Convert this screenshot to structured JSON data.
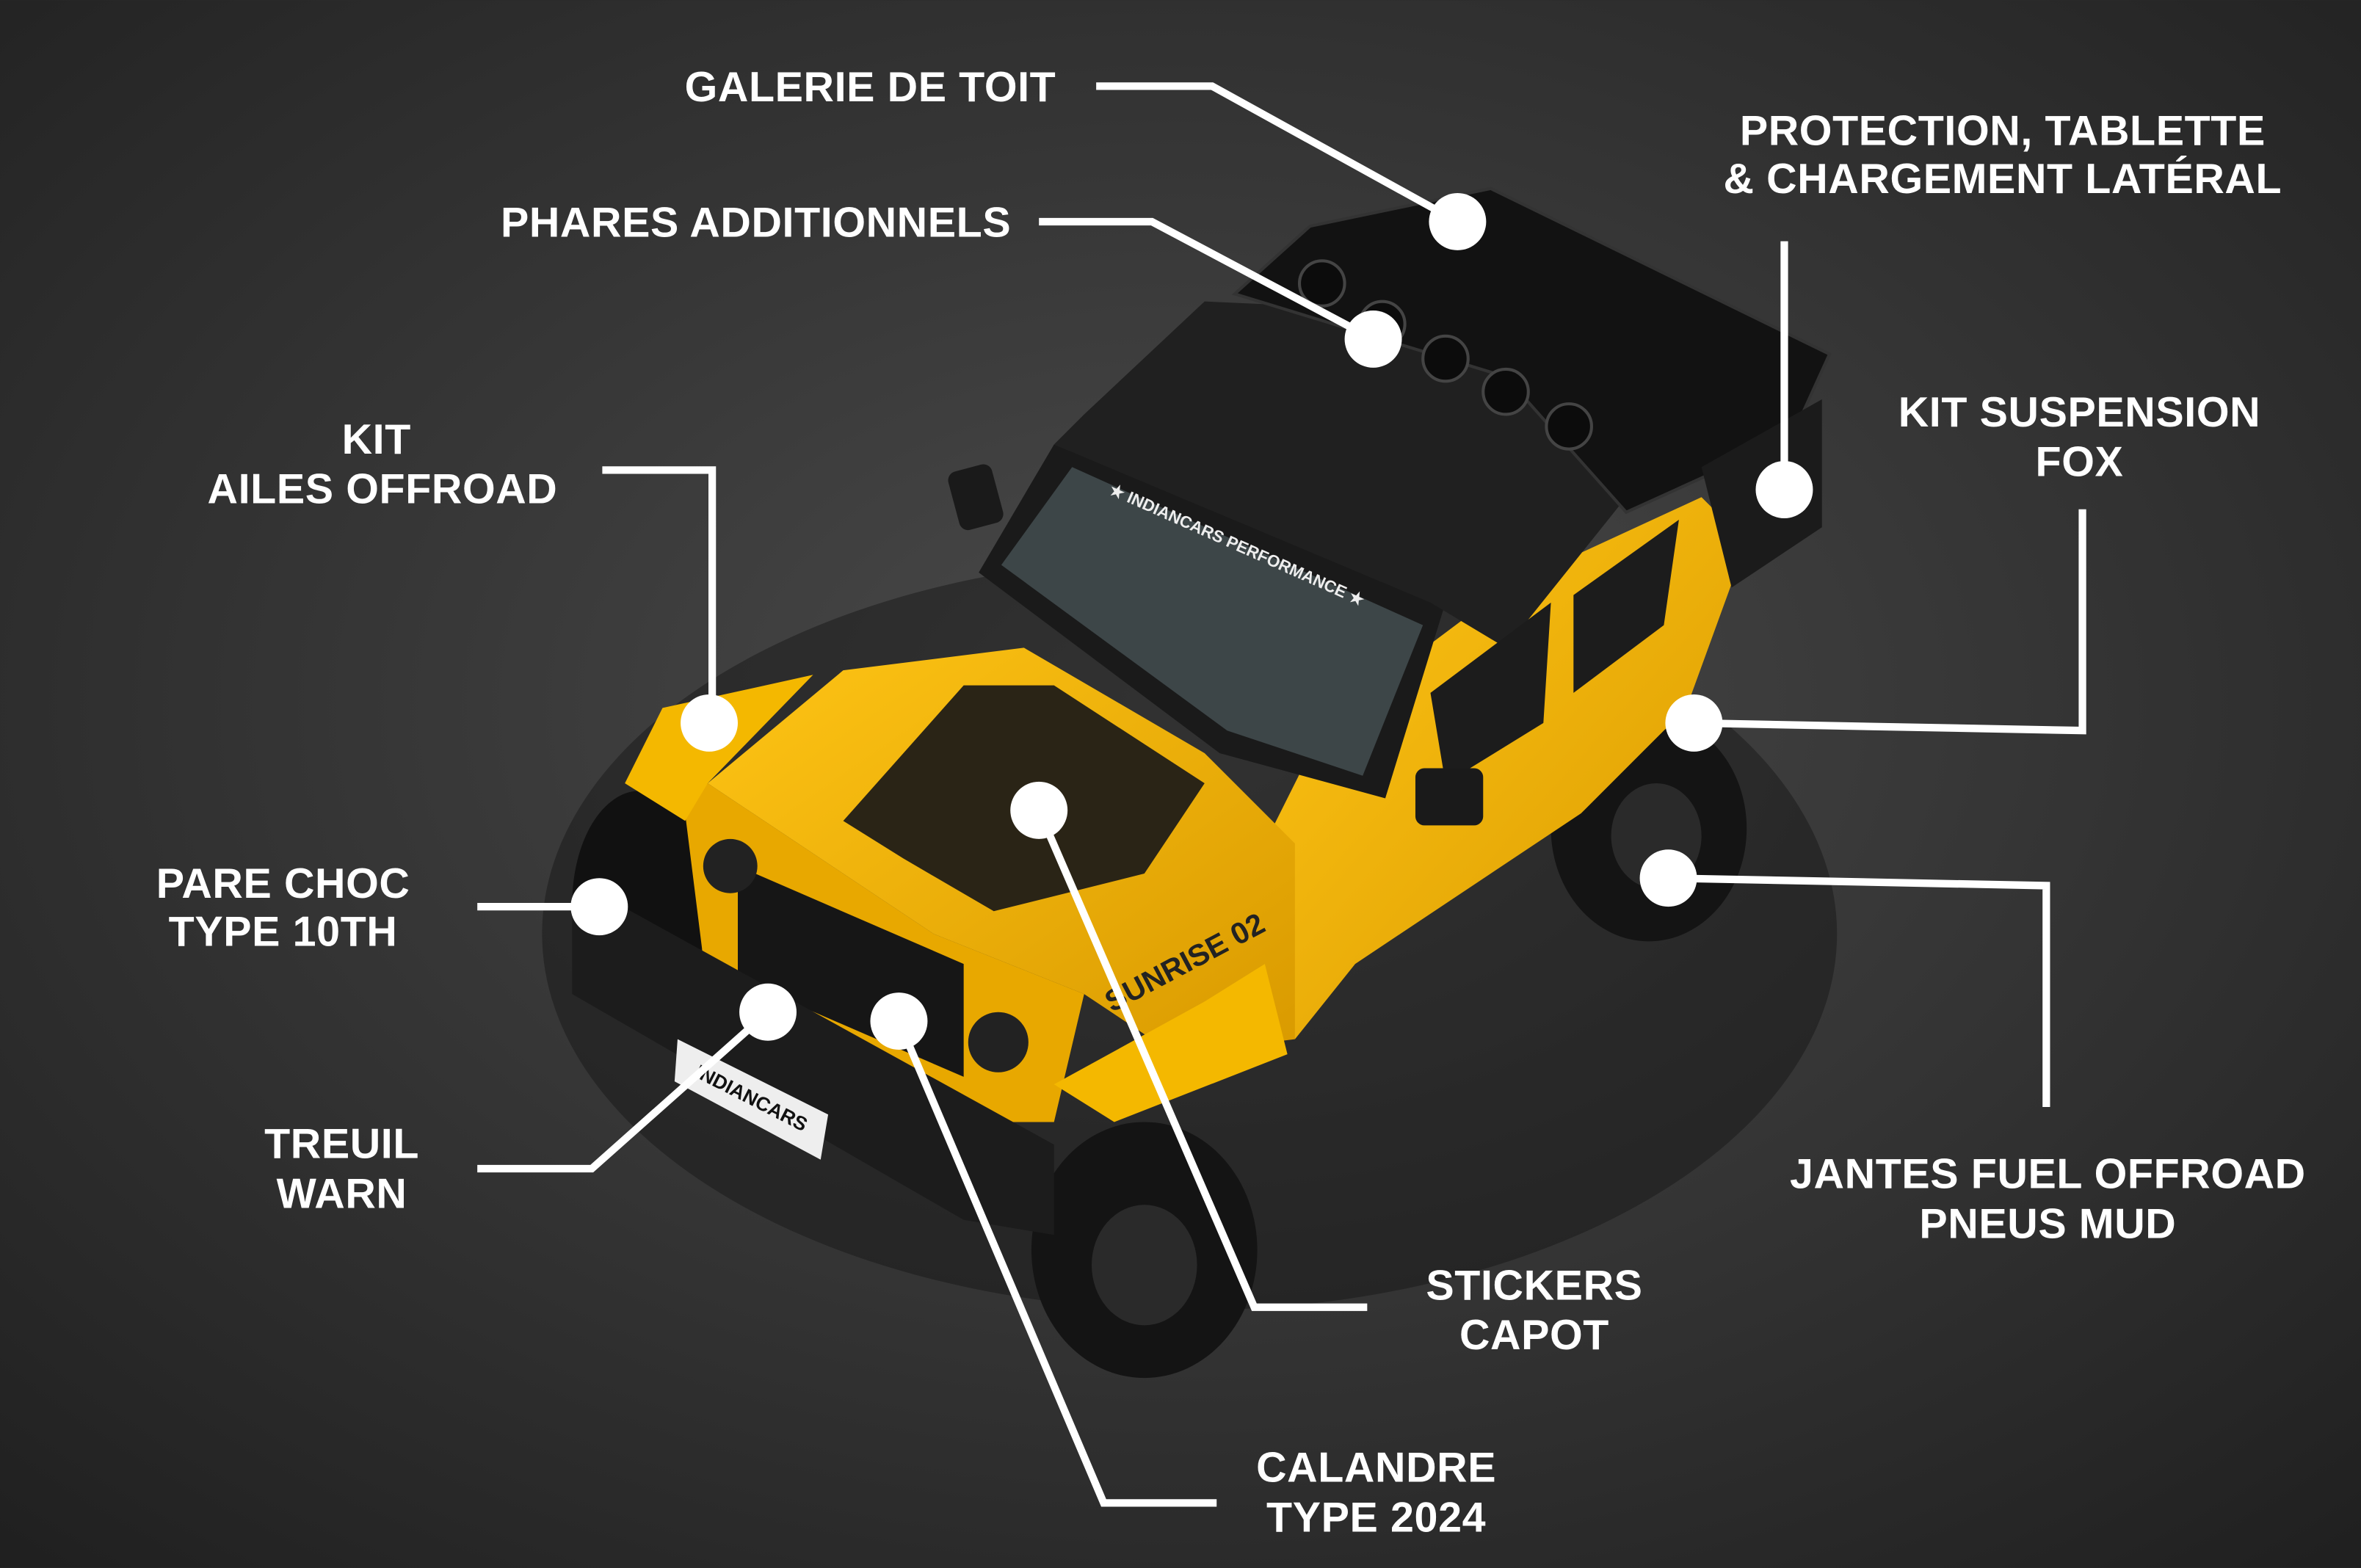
{
  "colors": {
    "background": "#2e2e2e",
    "body": "#f2b705",
    "roof": "#1b1b1b",
    "annotation": "#ffffff"
  },
  "windshield_text": "★ INDIANCARS PERFORMANCE ★",
  "side_text": "SUNRISE 02",
  "plate_text": "INDIANCARS",
  "annotations": [
    {
      "id": "galerie",
      "lines": [
        "GALERIE DE TOIT"
      ]
    },
    {
      "id": "phares",
      "lines": [
        "PHARES ADDITIONNELS"
      ]
    },
    {
      "id": "protection",
      "lines": [
        "PROTECTION, TABLETTE",
        "& CHARGEMENT LATÉRAL"
      ]
    },
    {
      "id": "suspension",
      "lines": [
        "KIT SUSPENSION",
        "FOX"
      ]
    },
    {
      "id": "ailes",
      "lines": [
        "KIT",
        "AILES OFFROAD"
      ]
    },
    {
      "id": "parechoc",
      "lines": [
        "PARE CHOC",
        "TYPE 10TH"
      ]
    },
    {
      "id": "treuil",
      "lines": [
        "TREUIL",
        "WARN"
      ]
    },
    {
      "id": "jantes",
      "lines": [
        "JANTES FUEL OFFROAD",
        "PNEUS MUD"
      ]
    },
    {
      "id": "stickers",
      "lines": [
        "STICKERS",
        "CAPOT"
      ]
    },
    {
      "id": "calandre",
      "lines": [
        "CALANDRE",
        "TYPE 2024"
      ]
    }
  ]
}
